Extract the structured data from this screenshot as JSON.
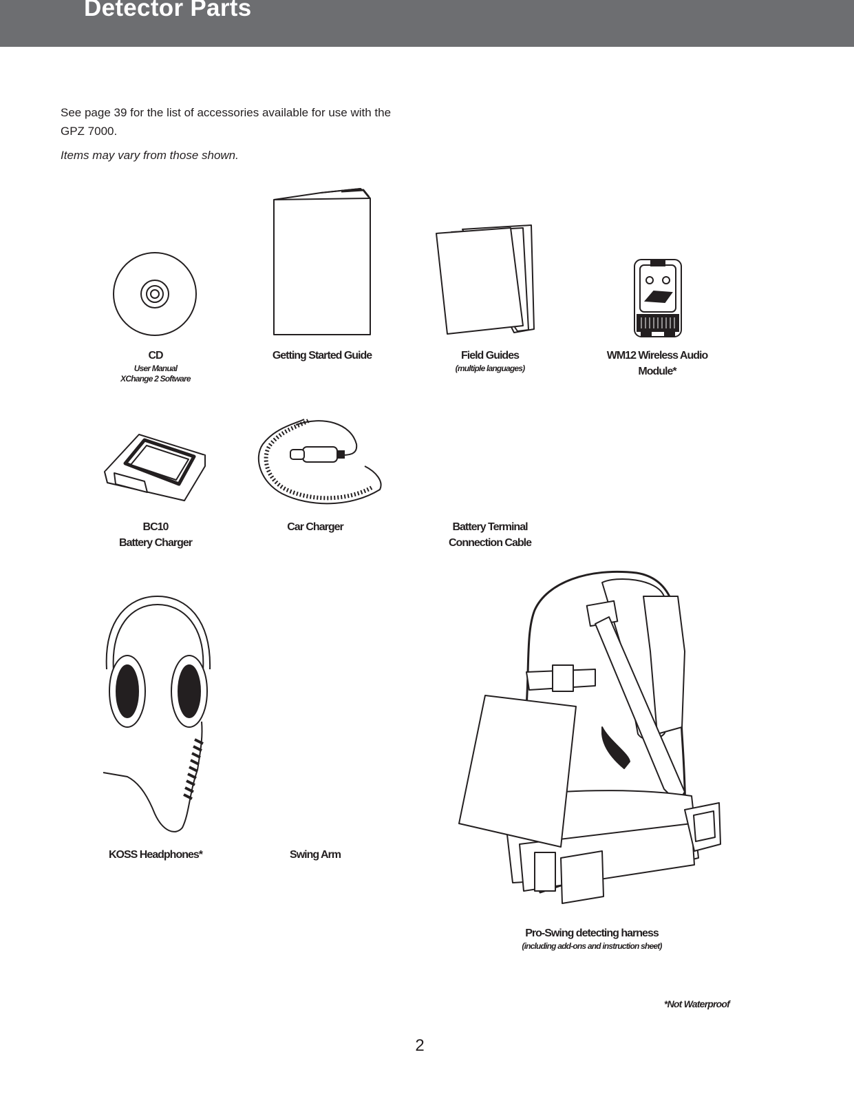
{
  "page": {
    "title": "Detector Parts",
    "intro": "See page 39 for the list of accessories available for use with the GPZ 7000.",
    "note": "Items may vary from those shown.",
    "footnote": "*Not Waterproof",
    "page_number": "2"
  },
  "parts": {
    "cd": {
      "label": "CD",
      "sub1": "User Manual",
      "sub2": "XChange 2 Software",
      "icon": "cd-disc-icon"
    },
    "getting_started": {
      "label": "Getting Started Guide",
      "icon": "booklet-icon"
    },
    "field_guides": {
      "label": "Field Guides",
      "sub1": "(multiple languages)",
      "icon": "field-guides-icon"
    },
    "wm12": {
      "label1": "WM12 Wireless Audio",
      "label2": "Module*",
      "icon": "wireless-module-icon"
    },
    "bc10": {
      "label1": "BC10",
      "label2": "Battery Charger",
      "icon": "battery-charger-icon"
    },
    "car_charger": {
      "label": "Car Charger",
      "icon": "car-charger-icon"
    },
    "battery_cable": {
      "label1": "Battery Terminal",
      "label2": "Connection Cable"
    },
    "headphones": {
      "label": "KOSS Headphones*",
      "icon": "headphones-icon"
    },
    "swing_arm": {
      "label": "Swing Arm"
    },
    "harness": {
      "label": "Pro-Swing detecting harness",
      "sub1": "(including add-ons and instruction sheet)",
      "icon": "harness-icon"
    }
  }
}
